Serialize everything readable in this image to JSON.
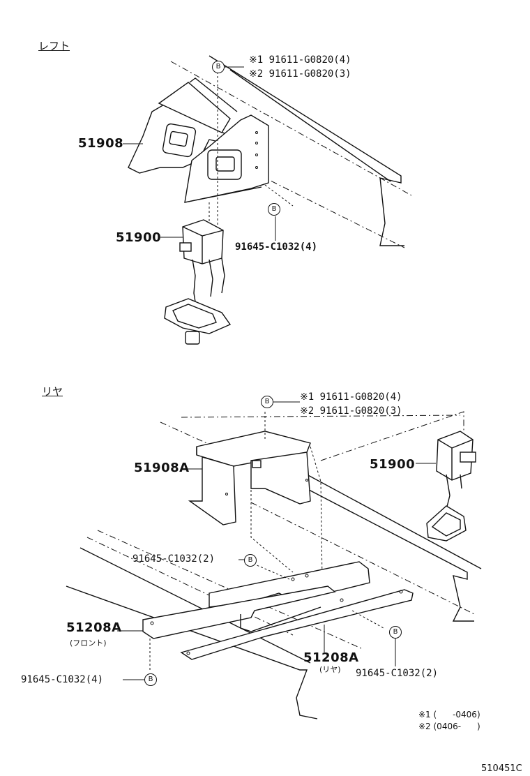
{
  "sections": {
    "left_label": "レフト",
    "rear_label": "リヤ"
  },
  "left": {
    "bolt_note_1": "※1 91611-G0820(4)",
    "bolt_note_2": "※2 91611-G0820(3)",
    "part_bracket": "51908",
    "part_hanger": "51900",
    "bolt_code": "91645-C1032(4)",
    "marker": "B"
  },
  "rear": {
    "bolt_note_1": "※1 91611-G0820(4)",
    "bolt_note_2": "※2 91611-G0820(3)",
    "part_bracket": "51908A",
    "part_hanger": "51900",
    "bolt_code_top": "91645-C1032(2)",
    "part_front": "51208A",
    "part_front_sub": "(フロント)",
    "part_rear": "51208A",
    "part_rear_sub": "(リヤ)",
    "bolt_code_right": "91645-C1032(2)",
    "bolt_code_left": "91645-C1032(4)",
    "marker": "B"
  },
  "footnotes": {
    "note_1": "※1 (      -0406)",
    "note_2": "※2 (0406-      )"
  },
  "diagram_code": "510451C"
}
